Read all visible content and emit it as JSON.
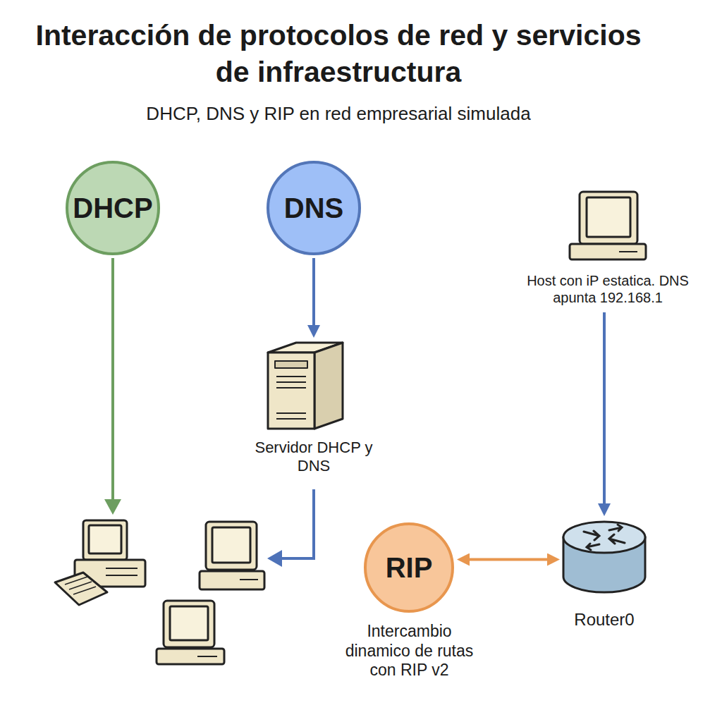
{
  "diagram": {
    "title": "Interacción de protocolos de red y servicios de infraestructura",
    "caption": "DHCP, DNS y RIP en red empresarial simulada",
    "nodes": [
      {
        "text": [
          "DHCP"
        ]
      },
      {
        "text": [
          "DNS"
        ]
      },
      {
        "text": [
          "Servidor DHCP y DNS"
        ]
      },
      {
        "text": [
          "Host con iP estatica. DNS apunta 192.168.1"
        ]
      },
      {
        "text": [
          "RIP",
          "Intercambio dinamico de rutas con RIP v2"
        ]
      },
      {
        "text": [
          "Router0"
        ]
      }
    ],
    "edges": [
      {
        "from": 1,
        "to": 2,
        "arrow": "to"
      },
      {
        "from": 3,
        "to": 5,
        "arrow": "to"
      },
      {
        "from": 4,
        "to": 5,
        "arrow": "both"
      }
    ]
  }
}
